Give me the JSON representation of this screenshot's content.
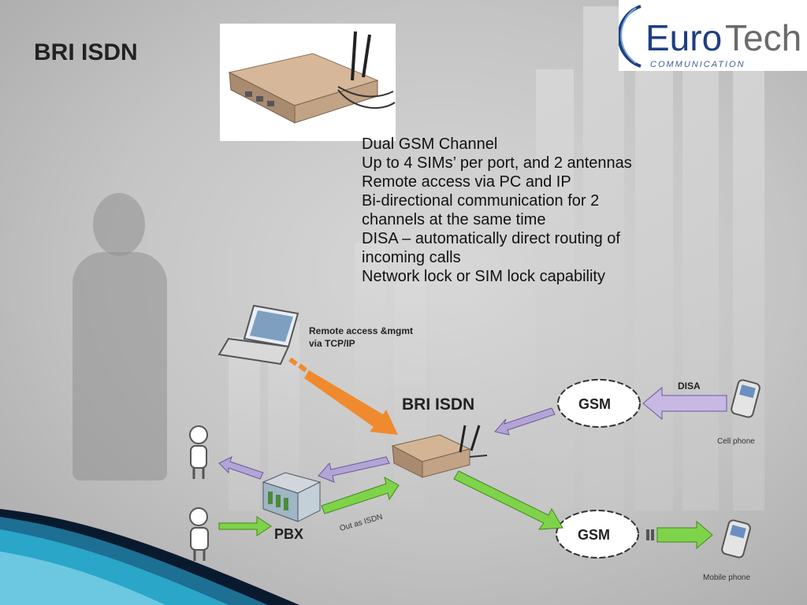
{
  "slide": {
    "title": "BRI ISDN",
    "logo": {
      "brand_a": "Euro",
      "brand_b": "Tech",
      "tagline": "COMMUNICATION"
    },
    "features": [
      "Dual GSM Channel",
      "Up to 4 SIMs’ per port, and 2 antennas",
      "Remote access via PC and IP",
      "Bi-directional communication for 2",
      "channels at the same time",
      "DISA – automatically direct routing of",
      "incoming calls",
      "Network lock or SIM lock capability"
    ]
  },
  "diagram": {
    "remote_label_1": "Remote access &mgmt",
    "remote_label_2": "via TCP/IP",
    "center_label": "BRI ISDN",
    "gsm_top": "GSM",
    "gsm_bottom": "GSM",
    "disa_label": "DISA",
    "cell_phone_label": "Cell phone",
    "mobile_phone_label": "Mobile phone",
    "pbx_label": "PBX",
    "out_label": "Out as ISDN"
  },
  "colors": {
    "arrow_orange": "#f08a2e",
    "arrow_purple": "#a99ad0",
    "arrow_green": "#7fd34a",
    "brand_blue": "#1f3f80",
    "wave_dark": "#0a1a2e",
    "wave_teal": "#2aa6c9"
  }
}
